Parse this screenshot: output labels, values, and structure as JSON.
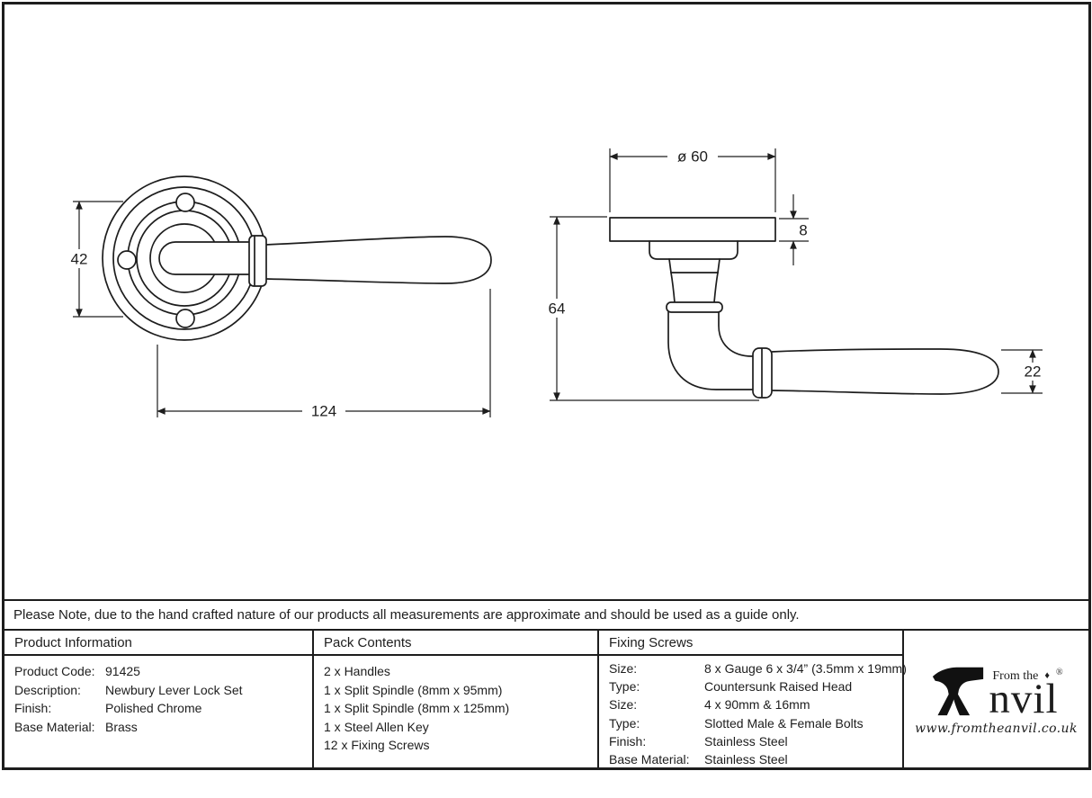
{
  "note": "Please Note, due to the hand crafted nature of our products all measurements are approximate and should be used as a guide only.",
  "drawing": {
    "front_view": {
      "dim_rose_boss": "42",
      "dim_lever_length": "124"
    },
    "side_view": {
      "dim_rose_diameter": "ø 60",
      "dim_rose_thickness": "8",
      "dim_projection": "64",
      "dim_lever_thickness": "22"
    }
  },
  "tables": {
    "product_information": {
      "header": "Product Information",
      "rows": [
        {
          "label": "Product Code:",
          "value": "91425"
        },
        {
          "label": "Description:",
          "value": "Newbury Lever Lock Set"
        },
        {
          "label": "Finish:",
          "value": "Polished Chrome"
        },
        {
          "label": "Base Material:",
          "value": "Brass"
        }
      ]
    },
    "pack_contents": {
      "header": "Pack Contents",
      "items": [
        "2 x Handles",
        "1 x Split Spindle (8mm x 95mm)",
        "1 x Split Spindle (8mm x 125mm)",
        "1 x Steel Allen Key",
        "12 x Fixing Screws"
      ]
    },
    "fixing_screws": {
      "header": "Fixing Screws",
      "rows": [
        {
          "label": "Size:",
          "value": "8 x Gauge 6 x 3/4” (3.5mm x 19mm)"
        },
        {
          "label": "Type:",
          "value": "Countersunk Raised Head"
        },
        {
          "label": "Size:",
          "value": "4 x 90mm & 16mm"
        },
        {
          "label": "Type:",
          "value": "Slotted Male & Female Bolts"
        },
        {
          "label": "Finish:",
          "value": "Stainless Steel"
        },
        {
          "label": "Base Material:",
          "value": "Stainless Steel"
        }
      ]
    }
  },
  "logo": {
    "from_the": "From the",
    "name_rest": "nvil",
    "diamond": "♦",
    "registered": "®",
    "url": "www.fromtheanvil.co.uk"
  },
  "colors": {
    "line": "#1d1d1d",
    "background": "#ffffff"
  }
}
